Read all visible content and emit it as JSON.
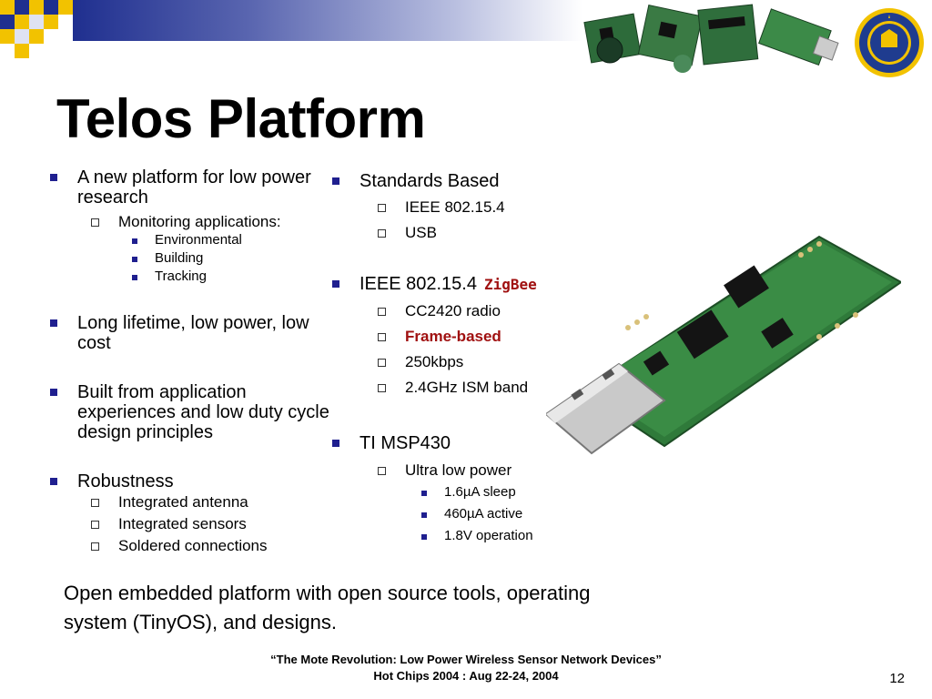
{
  "slide": {
    "title": "Telos Platform",
    "left_column": {
      "items": [
        {
          "text": "A new platform for low power research",
          "sub": [
            {
              "text": "Monitoring applications:",
              "sub": [
                "Environmental",
                "Building",
                "Tracking"
              ]
            }
          ]
        },
        {
          "text": "Long lifetime, low power, low cost"
        },
        {
          "text": "Built from application experiences and low duty cycle design principles"
        },
        {
          "text": "Robustness",
          "sub": [
            {
              "text": "Integrated antenna"
            },
            {
              "text": "Integrated sensors"
            },
            {
              "text": "Soldered connections"
            }
          ]
        }
      ]
    },
    "right_column": {
      "standards": {
        "text": "Standards Based",
        "sub": [
          "IEEE 802.15.4",
          "USB"
        ]
      },
      "ieee": {
        "text": "IEEE 802.15.4",
        "tag": "ZigBee",
        "sub": [
          "CC2420 radio",
          "Frame-based",
          "250kbps",
          "2.4GHz ISM band"
        ]
      },
      "msp": {
        "text": "TI MSP430",
        "sub_label": "Ultra low power",
        "sub": [
          "1.6µA sleep",
          "460µA active",
          "1.8V operation"
        ]
      }
    },
    "bottom_text": "Open embedded platform with open source tools, operating system (TinyOS), and designs.",
    "footer_line1": "“The Mote Revolution: Low Power Wireless Sensor Network Devices”",
    "footer_line2": "Hot Chips 2004 : Aug 22-24, 2004",
    "page_number": "12"
  },
  "colors": {
    "bullet": "#1f1f8f",
    "accent": "#a01010",
    "band": "#1f2f8f",
    "checker_yellow": "#f2c200"
  }
}
